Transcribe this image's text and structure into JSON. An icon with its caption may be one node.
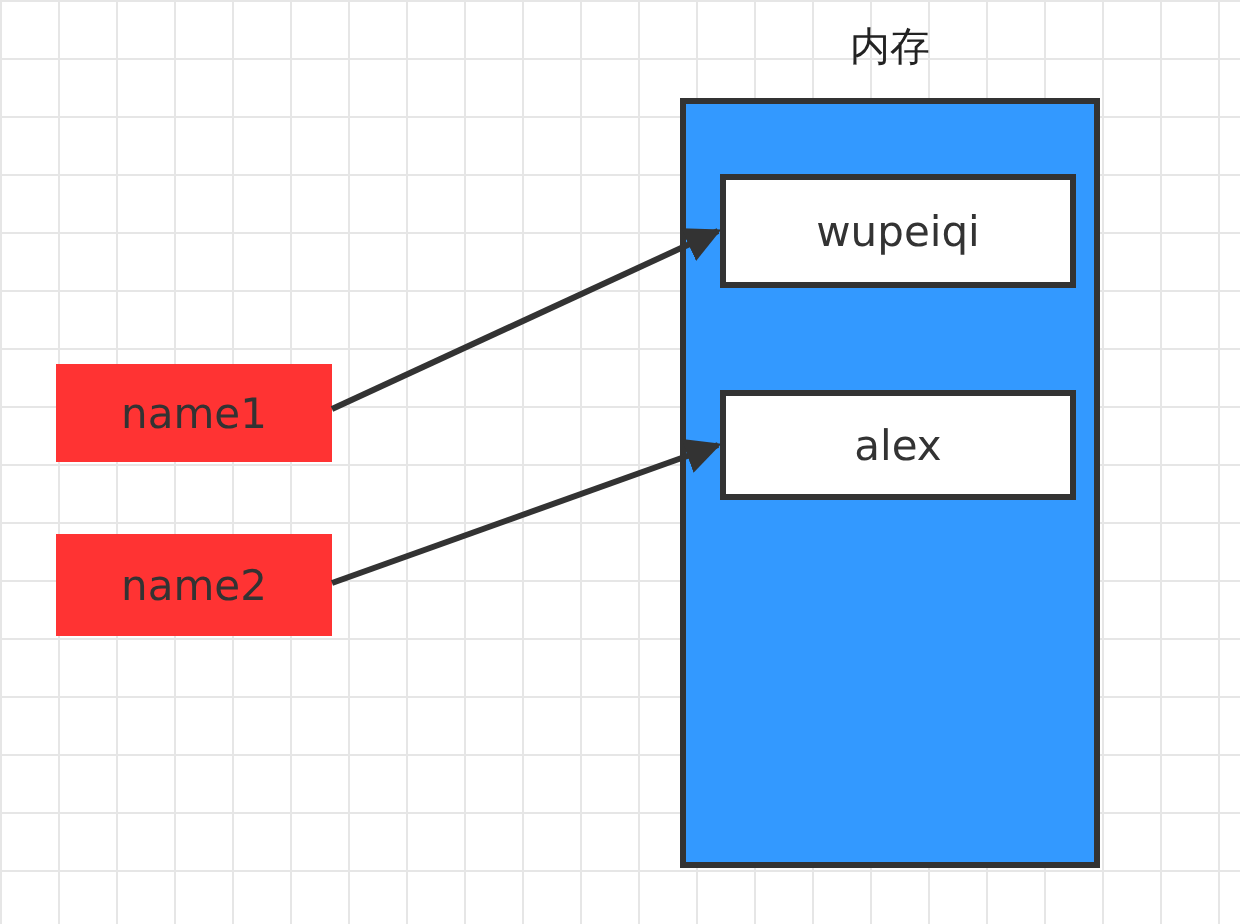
{
  "diagram": {
    "nodes": [
      {
        "text": [
          "内存"
        ]
      },
      {
        "text": [
          "wupeiqi"
        ],
        "in": 0
      },
      {
        "text": [
          "alex"
        ],
        "in": 0
      },
      {
        "text": [
          "name1"
        ]
      },
      {
        "text": [
          "name2"
        ]
      }
    ],
    "edges": [
      {
        "from": 3,
        "to": 1,
        "arrow": "to"
      },
      {
        "from": 4,
        "to": 2,
        "arrow": "to"
      }
    ]
  }
}
